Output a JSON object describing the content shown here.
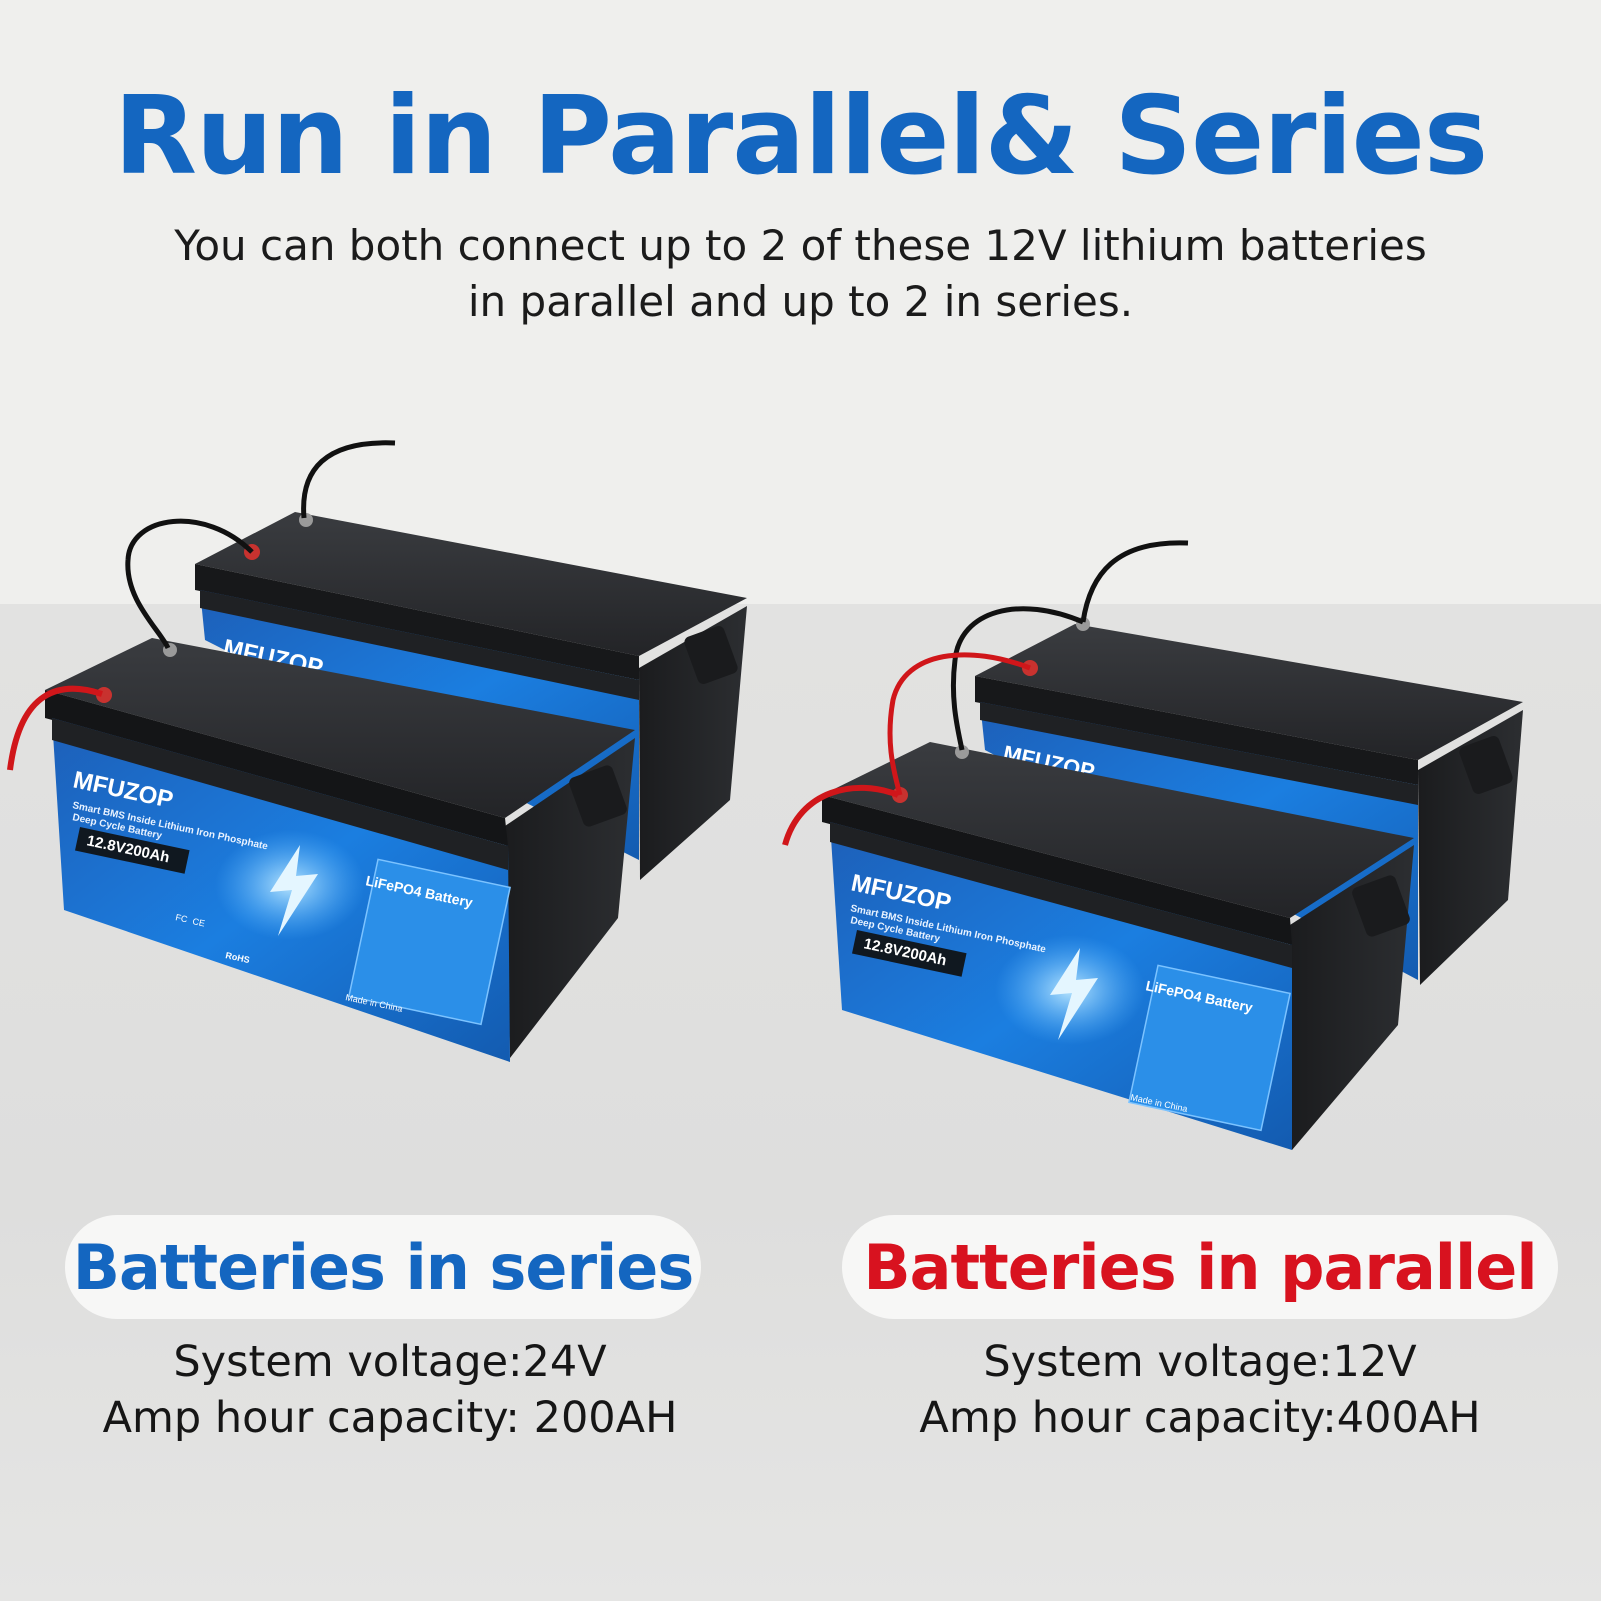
{
  "header": {
    "title": "Run in Parallel& Series",
    "subtitle_line1": "You can both connect up to 2 of these 12V lithium batteries",
    "subtitle_line2": "in parallel and up to 2 in series."
  },
  "battery_label": {
    "brand": "MFUZOP",
    "tagline_line1": "Smart BMS Inside Lithium Iron Phosphate",
    "tagline_line2": "Deep Cycle Battery",
    "model_badge": "12.8V200Ah",
    "panel_title": "LiFePO4 Battery",
    "made_in": "Made in China",
    "certs": [
      "FC",
      "CE",
      "RoHS"
    ]
  },
  "series": {
    "title": "Batteries in series",
    "voltage": "System voltage:24V",
    "capacity": "Amp hour capacity: 200AH"
  },
  "parallel": {
    "title": "Batteries in parallel",
    "voltage": "System voltage:12V",
    "capacity": "Amp hour capacity:400AH"
  },
  "colors": {
    "title_blue": "#1466c0",
    "parallel_red": "#d8121f",
    "battery_case": "#2b2d30",
    "label_blue": "#1c6fd0",
    "cable_red": "#d0161a",
    "cable_black": "#111111"
  }
}
